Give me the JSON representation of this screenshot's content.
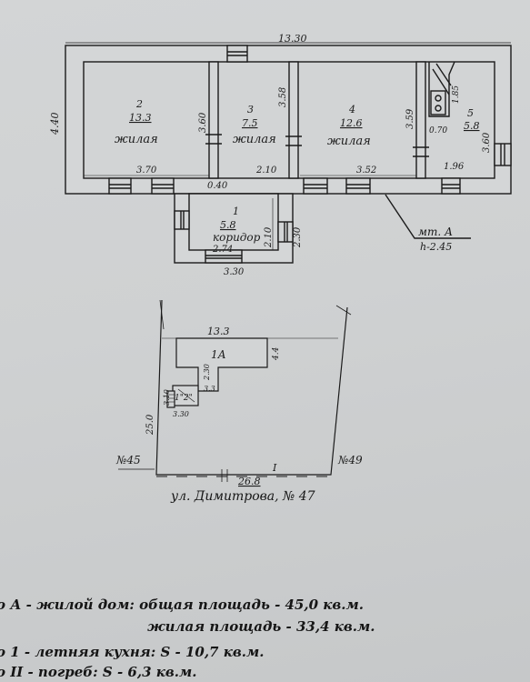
{
  "top_plan": {
    "overall_width": "13.30",
    "overall_depth": "4.40",
    "rooms": [
      {
        "number": "2",
        "area": "13.3",
        "type": "жилая"
      },
      {
        "number": "3",
        "area": "7.5",
        "type": "жилая"
      },
      {
        "number": "4",
        "area": "12.6",
        "type": "жилая"
      },
      {
        "number": "5",
        "area": "5.8",
        "type": ""
      },
      {
        "number": "1",
        "area": "5.8",
        "type": "коридор"
      }
    ],
    "dims": {
      "room2_width": "3.70",
      "room2_depth": "3.60",
      "room3_width": "2.10",
      "room3_depth": "3.58",
      "room4_width": "3.52",
      "room4_depth": "3.59",
      "room5_width": "1.96",
      "room5_depth": "3.60",
      "room5_niche_depth": "1.85",
      "room5_niche_width": "0.70",
      "corridor_offset": "0.40",
      "corridor_width_inner": "2.74",
      "corridor_width_outer": "3.30",
      "corridor_depth_inner": "2.10",
      "corridor_depth_outer": "2.30"
    },
    "benchmark": {
      "label": "мт. А",
      "height": "h-2.45"
    }
  },
  "site_plan": {
    "width": "13.3",
    "house_label": "1А",
    "house_depth": "4.4",
    "annex_depth": "2.30",
    "kitchen_label": "1\"2\"",
    "kitchen_dim_a": "3.10",
    "kitchen_dim_b": "3.30",
    "kitchen_dim_c": "3.3",
    "lot_depth": "25.0",
    "frontage": "26.8",
    "fence_label": "I",
    "left_neighbor": "№45",
    "right_neighbor": "№49"
  },
  "caption": "ул. Димитрова, № 47",
  "legend": {
    "line1": "о А - жилой дом: общая площадь - 45,0 кв.м.",
    "line2": "жилая площадь - 33,4 кв.м.",
    "line3": "о 1 - летняя кухня: S - 10,7 кв.м.",
    "line4": "о II - погреб: S - 6,3 кв.м."
  },
  "colors": {
    "ink": "#1b1b1b",
    "paper": "#d2d4d5"
  }
}
